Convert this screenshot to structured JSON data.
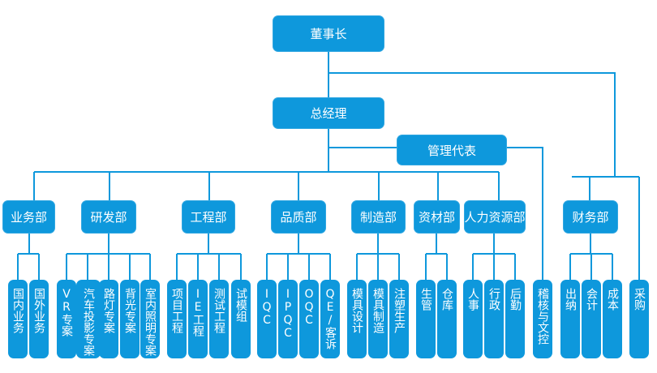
{
  "top": {
    "chairman": "董事长",
    "gm": "总经理",
    "rep": "管理代表"
  },
  "departments": {
    "business": "业务部",
    "rnd": "研发部",
    "engineering": "工程部",
    "quality": "品质部",
    "manufacturing": "制造部",
    "materials": "资材部",
    "hr": "人力资源部",
    "finance": "财务部"
  },
  "units": {
    "domestic_sales": "国内业务",
    "overseas_sales": "国外业务",
    "vr_project": "VR专案",
    "auto_projection": "汽车投影专案",
    "street_light": "路灯专案",
    "backlight": "背光专案",
    "indoor_lighting": "室内照明专案",
    "project_eng": "项目工程",
    "ie_eng": "IE工程",
    "test_eng": "测试工程",
    "trial_mold": "试模组",
    "iqc": "IQC",
    "ipqc": "IPQC",
    "oqc": "OQC",
    "qe_complaint": "QE/客诉",
    "mold_design": "模具设计",
    "mold_making": "模具制造",
    "injection": "注塑生产",
    "production_ctrl": "生管",
    "warehouse": "仓库",
    "personnel": "人事",
    "admin": "行政",
    "logistics": "后勤",
    "audit": "稽核与文控",
    "cashier": "出纳",
    "accounting": "会计",
    "cost": "成本",
    "purchasing": "采购"
  }
}
